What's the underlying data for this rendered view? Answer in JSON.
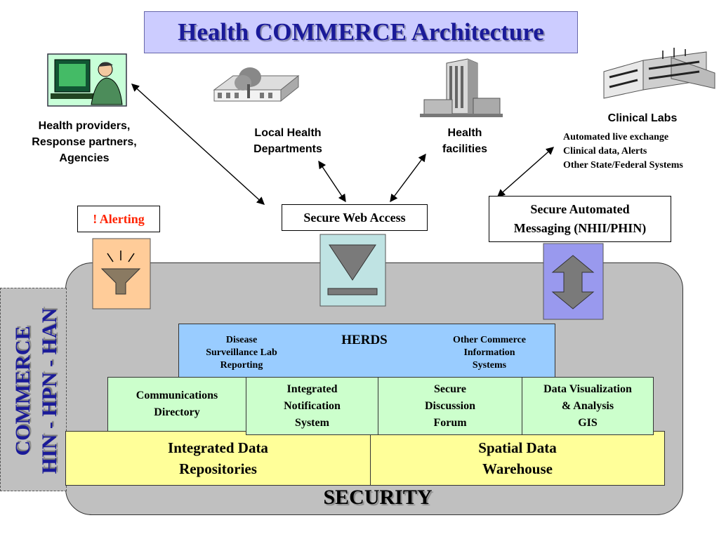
{
  "title": "Health COMMERCE Architecture",
  "nodes": {
    "providers": [
      "Health providers,",
      "Response partners,",
      "Agencies"
    ],
    "local_health": [
      "Local Health",
      "Departments"
    ],
    "health_facilities": [
      "Health",
      "facilities"
    ],
    "clinical_labs": {
      "title": "Clinical Labs",
      "lines": [
        "Automated live  exchange",
        "Clinical data, Alerts",
        "Other State/Federal Systems"
      ]
    }
  },
  "access": {
    "alerting": "! Alerting",
    "web": "Secure Web Access",
    "messaging": [
      "Secure Automated",
      "Messaging (NHII/PHIN)"
    ]
  },
  "side_label": [
    "COMMERCE",
    "HIN - HPN - HAN"
  ],
  "herds": {
    "title": "HERDS",
    "left": [
      "Disease",
      "Surveillance Lab",
      "Reporting"
    ],
    "right": [
      "Other Commerce",
      "Information",
      "Systems"
    ]
  },
  "modules": [
    [
      "Communications",
      "Directory"
    ],
    [
      "Integrated",
      "Notification",
      "System"
    ],
    [
      "Secure",
      "Discussion",
      "Forum"
    ],
    [
      "Data Visualization",
      "& Analysis",
      "GIS"
    ]
  ],
  "repositories": [
    [
      "Integrated Data",
      "Repositories"
    ],
    [
      "Spatial Data",
      "Warehouse"
    ]
  ],
  "security": "SECURITY",
  "colors": {
    "title_bg": "#ccccff",
    "title_text": "#1a1a99",
    "platform": "#c0c0c0",
    "herds": "#99ccff",
    "modules": "#ccffcc",
    "repositories": "#ffff99",
    "alerting_text": "#ff2200",
    "alert_icon_bg": "#ffcc99",
    "web_icon_bg": "#bfe3e3",
    "messaging_icon_bg": "#9999ee"
  },
  "icons": [
    "computer-user-icon",
    "office-building-icon",
    "hospital-tower-icon",
    "laboratory-complex-icon",
    "alert-horn-icon",
    "download-triangle-icon",
    "double-arrow-icon"
  ]
}
